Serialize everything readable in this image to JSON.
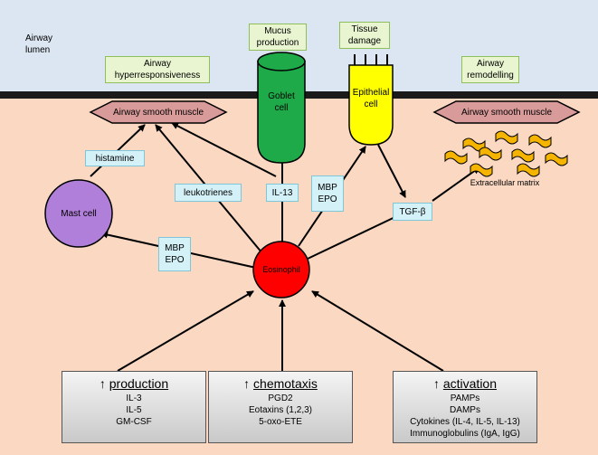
{
  "lumen_label": [
    "Airway",
    "lumen"
  ],
  "green_labels": {
    "hyperresponsiveness": [
      "Airway",
      "hyperresponsiveness"
    ],
    "mucus": [
      "Mucus",
      "production"
    ],
    "tissue": [
      "Tissue",
      "damage"
    ],
    "remodelling": [
      "Airway",
      "remodelling"
    ]
  },
  "cells": {
    "goblet": [
      "Goblet",
      "cell"
    ],
    "epithelial": [
      "Epithelial",
      "cell"
    ],
    "mast": "Mast cell",
    "eosinophil": "Eosinophil",
    "smooth_left": "Airway smooth muscle",
    "smooth_right": "Airway smooth muscle"
  },
  "mediators": {
    "histamine": "histamine",
    "leukotrienes": "leukotrienes",
    "il13": "IL-13",
    "mbp_epo_top": [
      "MBP",
      "EPO"
    ],
    "mbp_epo_left": [
      "MBP",
      "EPO"
    ],
    "tgf": "TGF-β"
  },
  "ecm_label": "Extracellular matrix",
  "bottom_boxes": [
    {
      "arrow": "↑",
      "head": "production",
      "lines": [
        "IL-3",
        "IL-5",
        "GM-CSF"
      ]
    },
    {
      "arrow": "↑",
      "head": "chemotaxis",
      "lines": [
        "PGD2",
        "Eotaxins (1,2,3)",
        "5-oxo-ETE"
      ]
    },
    {
      "arrow": "↑",
      "head": "activation",
      "lines": [
        "PAMPs",
        "DAMPs",
        "Cytokines (IL-4, IL-5, IL-13)",
        "Immunoglobulins (IgA, IgG)"
      ]
    }
  ],
  "colors": {
    "lumen": "#dce6f2",
    "tissue": "#fad8c2",
    "membrane": "#1a1a1a",
    "smooth_muscle": "#d99a9a",
    "goblet": "#1faa4a",
    "epithelial": "#ffff00",
    "mast": "#b07fd9",
    "eosinophil": "#ff0000",
    "matrix": "#f5b400",
    "green_box": "#e8f5d0",
    "blue_box": "#d4f1f8"
  }
}
